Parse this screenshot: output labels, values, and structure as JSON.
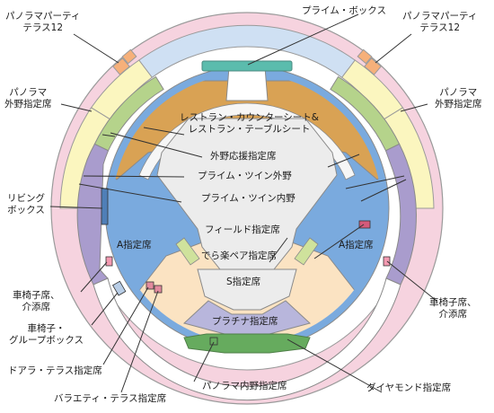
{
  "sections": {
    "prime_box": "プライム・ボックス",
    "panorama_party_left": [
      "パノラマパーティ",
      "テラス12"
    ],
    "panorama_party_right": [
      "パノラマパーティ",
      "テラス12"
    ],
    "panorama_outfield_left": [
      "パノラマ",
      "外野指定席"
    ],
    "panorama_outfield_right": [
      "パノラマ",
      "外野指定席"
    ],
    "restaurant": [
      "レストラン・カウンターシート&",
      "レストラン・テーブルシート"
    ],
    "outfield_support": "外野応援指定席",
    "prime_twin_outfield": "プライム・ツイン外野",
    "living_box": [
      "リビング",
      "ボックス"
    ],
    "prime_twin_infield": "プライム・ツイン内野",
    "field": "フィールド指定席",
    "a_left": "A指定席",
    "a_right": "A指定席",
    "derakuraku_pair": "でら楽ペア指定席",
    "wheelchair_left": [
      "車椅子席、",
      "介添席"
    ],
    "wheelchair_right": [
      "車椅子席、",
      "介添席"
    ],
    "s_seat": "S指定席",
    "wheelchair_group": [
      "車椅子・",
      "グループボックス"
    ],
    "platinum": "プラチナ指定席",
    "doara_terrace": "ドアラ・テラス指定席",
    "diamond": "ダイヤモンド指定席",
    "panorama_infield": "パノラマ内野指定席",
    "variety_terrace": "バラエティ・テラス指定席"
  },
  "colors": {
    "outer_pink": "#f6d3df",
    "prime_box_blue": "#cfe0f3",
    "panorama_yellow": "#fbf6bf",
    "outfield_green": "#b5d38b",
    "purple": "#a99ccd",
    "a_blue": "#7aaade",
    "s_peach": "#fbe3c2",
    "orange_brown": "#d9a254",
    "light_gray": "#ececec",
    "lavender": "#b8b6dc",
    "diamond_green": "#66ab5e",
    "teal": "#5bbcad"
  }
}
